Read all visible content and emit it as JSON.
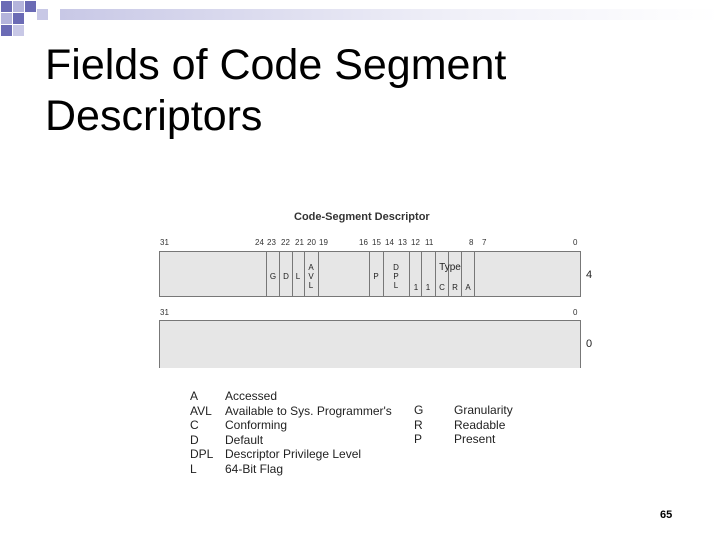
{
  "title_lines": [
    "Fields of Code Segment",
    "Descriptors"
  ],
  "diagram": {
    "title": "Code-Segment Descriptor",
    "upper_bit_labels": [
      "31",
      "24",
      "23",
      "22",
      "21",
      "20",
      "19",
      "16",
      "15",
      "14",
      "13",
      "12",
      "11",
      "8",
      "7",
      "0"
    ],
    "lower_bit_labels": [
      "31",
      "0"
    ],
    "upper_fields": [
      "G",
      "D",
      "L",
      "A V L",
      "P",
      "D P L",
      "1",
      "1",
      "C",
      "R",
      "A",
      "Type"
    ],
    "row_offsets": [
      "4",
      "0"
    ]
  },
  "legend": {
    "left": [
      {
        "abbr": "A",
        "desc": "Accessed"
      },
      {
        "abbr": "AVL",
        "desc": "Available to Sys. Programmer's"
      },
      {
        "abbr": "C",
        "desc": "Conforming"
      },
      {
        "abbr": "D",
        "desc": "Default"
      },
      {
        "abbr": "DPL",
        "desc": "Descriptor Privilege Level"
      },
      {
        "abbr": "L",
        "desc": "64-Bit Flag"
      }
    ],
    "right": [
      {
        "abbr": "G",
        "desc": "Granularity"
      },
      {
        "abbr": "R",
        "desc": "Readable"
      },
      {
        "abbr": "P",
        "desc": "Present"
      }
    ]
  },
  "page_number": "65",
  "colors": {
    "accent_dark": "#6b6bb5",
    "accent_light": "#c8c8e6",
    "register_fill": "#e6e6e6"
  }
}
